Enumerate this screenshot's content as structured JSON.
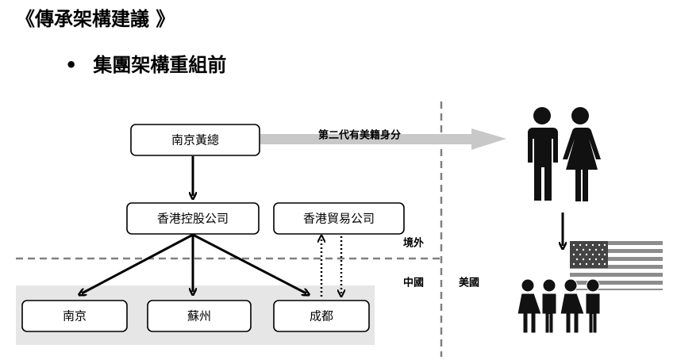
{
  "title": "《傳承架構建議 》",
  "subtitle": {
    "bullet": "•",
    "text": "集團架構重組前"
  },
  "nodes": {
    "nanjing_huang": "南京黃總",
    "hk_holding": "香港控股公司",
    "hk_trading": "香港貿易公司",
    "nanjing": "南京",
    "suzhou": "蘇州",
    "chengdu": "成都"
  },
  "arrow_label": "第二代有美籍身分",
  "regions": {
    "overseas": "境外",
    "china": "中國",
    "usa": "美國"
  },
  "colors": {
    "gray_arrow": "#c8c8c8",
    "china_band": "#e6e6e6",
    "dashed_line": "#808080",
    "flag_red": "#8c8c8c",
    "people": "#111111"
  }
}
